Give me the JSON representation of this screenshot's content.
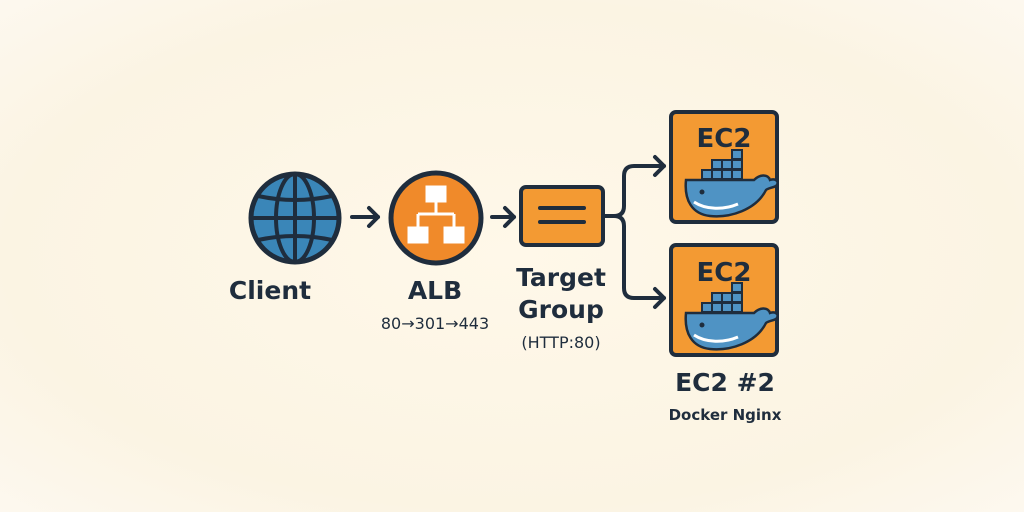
{
  "nodes": {
    "client": {
      "label": "Client",
      "icon": "globe-icon"
    },
    "alb": {
      "label": "ALB",
      "sublabel": "80→301→443",
      "icon": "network-hierarchy-icon"
    },
    "target_group": {
      "label_line1": "Target",
      "label_line2": "Group",
      "sublabel": "(HTTP:80)",
      "icon": "menu-lines-icon"
    },
    "ec2_top": {
      "title": "EC2",
      "icon": "docker-whale-icon"
    },
    "ec2_bottom": {
      "title": "EC2",
      "icon": "docker-whale-icon",
      "label": "EC2 #2",
      "sublabel": "Docker Nginx"
    }
  },
  "colors": {
    "accent_orange": "#f08a2a",
    "box_orange": "#f39a33",
    "globe_blue": "#3a86b8",
    "whale_blue": "#4f93c4",
    "ink": "#1f2d3d"
  }
}
